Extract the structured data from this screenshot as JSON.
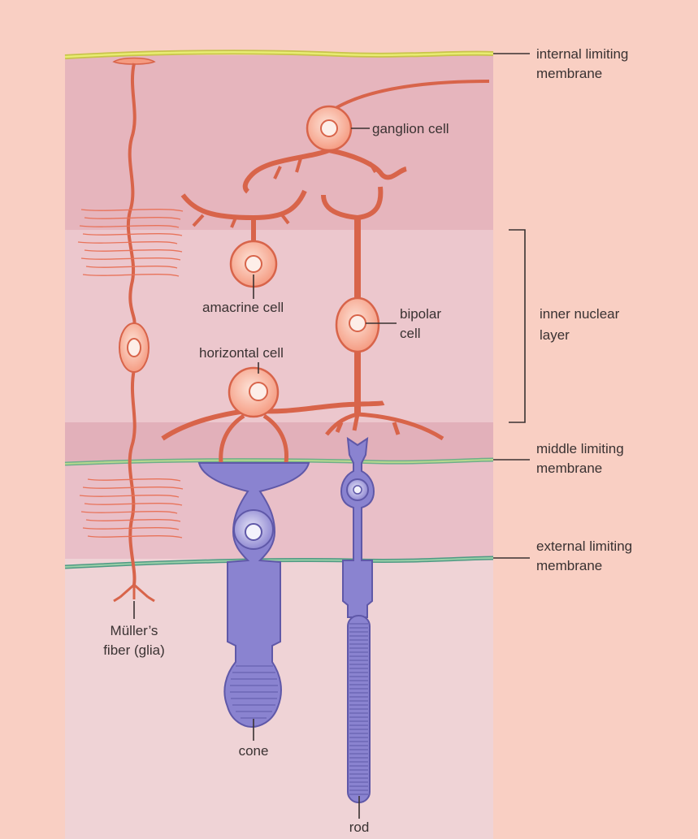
{
  "labels": {
    "internal_limiting_membrane": [
      "internal limiting",
      "membrane"
    ],
    "ganglion_cell": "ganglion cell",
    "amacrine_cell": "amacrine cell",
    "bipolar_cell": [
      "bipolar",
      "cell"
    ],
    "horizontal_cell": "horizontal cell",
    "inner_nuclear_layer": [
      "inner nuclear",
      "layer"
    ],
    "middle_limiting_membrane": [
      "middle limiting",
      "membrane"
    ],
    "external_limiting_membrane": [
      "external limiting",
      "membrane"
    ],
    "muller_fiber": [
      "Müller’s",
      "fiber (glia)"
    ],
    "cone": "cone",
    "rod": "rod"
  },
  "colors": {
    "background": "#f9cfc3",
    "panel_dark": "#e6b5bd",
    "panel_light": "#ecc7cd",
    "panel_bottom": "#efd3d6",
    "neuron": "#f59a80",
    "neuron_stroke": "#d8644a",
    "photoreceptor": "#8a83d0",
    "photoreceptor_stroke": "#5f58a8",
    "membrane_yellow": "#d9df5a",
    "membrane_green": "#6fae8a"
  }
}
